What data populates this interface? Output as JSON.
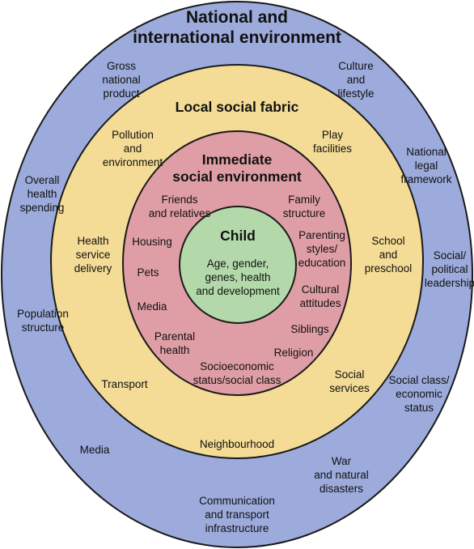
{
  "colors": {
    "outer_ring": "#9cabdc",
    "local_ring": "#f4dc96",
    "immediate_ring": "#df9ea5",
    "child_core": "#b3d9aa",
    "outline": "#1a1a1a"
  },
  "layers": {
    "national": {
      "title": [
        "National and",
        "international environment"
      ],
      "items": [
        [
          "Gross",
          "national",
          "product"
        ],
        [
          "Culture",
          "and",
          "lifestyle"
        ],
        [
          "National",
          "legal",
          "framework"
        ],
        [
          "Overall",
          "health",
          "spending"
        ],
        [
          "Social/",
          "political",
          "leadership"
        ],
        [
          "Population",
          "structure"
        ],
        [
          "Social class/",
          "economic",
          "status"
        ],
        [
          "Media"
        ],
        [
          "War",
          "and natural",
          "disasters"
        ],
        [
          "Communication",
          "and transport",
          "infrastructure"
        ]
      ]
    },
    "local": {
      "title": [
        "Local social fabric"
      ],
      "items": [
        [
          "Pollution",
          "and",
          "environment"
        ],
        [
          "Play",
          "facilities"
        ],
        [
          "Health",
          "service",
          "delivery"
        ],
        [
          "School",
          "and",
          "preschool"
        ],
        [
          "Transport"
        ],
        [
          "Social",
          "services"
        ],
        [
          "Neighbourhood"
        ]
      ]
    },
    "immediate": {
      "title": [
        "Immediate",
        "social environment"
      ],
      "items": [
        [
          "Friends",
          "and relatives"
        ],
        [
          "Family",
          "structure"
        ],
        [
          "Housing"
        ],
        [
          "Parenting",
          "styles/",
          "education"
        ],
        [
          "Pets"
        ],
        [
          "Cultural",
          "attitudes"
        ],
        [
          "Media"
        ],
        [
          "Siblings"
        ],
        [
          "Parental",
          "health"
        ],
        [
          "Religion"
        ],
        [
          "Socioeconomic",
          "status/social class"
        ]
      ]
    },
    "child": {
      "title": [
        "Child"
      ],
      "items": [
        [
          "Age, gender,",
          "genes, health",
          "and development"
        ]
      ]
    }
  }
}
